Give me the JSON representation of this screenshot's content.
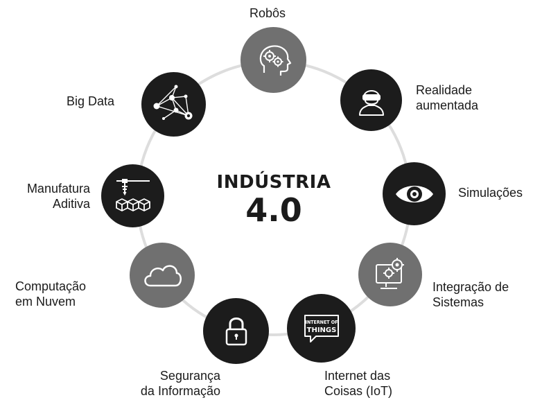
{
  "center": {
    "title": "INDÚSTRIA",
    "version": "4.0"
  },
  "colors": {
    "dark": "#1c1c1c",
    "gray": "#707070",
    "ring": "#dddddd"
  },
  "nodes": [
    {
      "id": "robos",
      "label": [
        "Robôs"
      ],
      "icon": "robot-head-gears-icon",
      "tone": "gray"
    },
    {
      "id": "realidade",
      "label": [
        "Realidade",
        "aumentada"
      ],
      "icon": "vr-headset-person-icon",
      "tone": "dark"
    },
    {
      "id": "simulacoes",
      "label": [
        "Simulações"
      ],
      "icon": "eye-icon",
      "tone": "dark"
    },
    {
      "id": "integracao",
      "label": [
        "Integração de",
        "Sistemas"
      ],
      "icon": "monitor-gears-icon",
      "tone": "gray"
    },
    {
      "id": "iot",
      "label": [
        "Internet das",
        "Coisas (IoT)"
      ],
      "icon": "internet-of-things-icon",
      "tone": "dark",
      "icon_text": [
        "INTERNET OF",
        "THINGS"
      ]
    },
    {
      "id": "seguranca",
      "label": [
        "Segurança",
        "da Informação"
      ],
      "icon": "padlock-icon",
      "tone": "dark"
    },
    {
      "id": "nuvem",
      "label": [
        "Computação",
        "em Nuvem"
      ],
      "icon": "cloud-icon",
      "tone": "gray"
    },
    {
      "id": "manufatura",
      "label": [
        "Manufatura",
        "Aditiva"
      ],
      "icon": "3d-printer-cubes-icon",
      "tone": "dark"
    },
    {
      "id": "bigdata",
      "label": [
        "Big Data"
      ],
      "icon": "network-graph-icon",
      "tone": "dark"
    }
  ]
}
